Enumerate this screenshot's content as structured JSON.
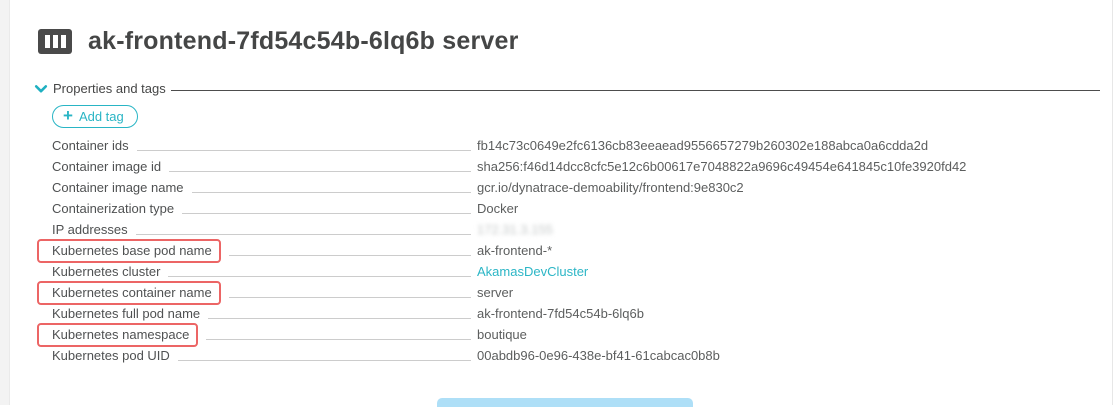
{
  "page": {
    "title": "ak-frontend-7fd54c54b-6lq6b server",
    "entity_icon": "container-icon"
  },
  "section": {
    "label": "Properties and tags",
    "chevron_icon": "chevron-down-icon",
    "expanded": true
  },
  "toolbar": {
    "add_tag_label": "Add tag",
    "plus_glyph": "+"
  },
  "properties": [
    {
      "label": "Container ids",
      "value": "fb14c73c0649e2fc6136cb83eeaead9556657279b260302e188abca0a6cdda2d"
    },
    {
      "label": "Container image id",
      "value": "sha256:f46d14dcc8cfc5e12c6b00617e7048822a9696c49454e641845c10fe3920fd42"
    },
    {
      "label": "Container image name",
      "value": "gcr.io/dynatrace-demoability/frontend:9e830c2"
    },
    {
      "label": "Containerization type",
      "value": "Docker"
    },
    {
      "label": "IP addresses",
      "value": "172.31.3.155",
      "redacted": true
    },
    {
      "label": "Kubernetes base pod name",
      "value": "ak-frontend-*",
      "annotated": true
    },
    {
      "label": "Kubernetes cluster",
      "value": "AkamasDevCluster",
      "link": true
    },
    {
      "label": "Kubernetes container name",
      "value": "server",
      "annotated": true
    },
    {
      "label": "Kubernetes full pod name",
      "value": "ak-frontend-7fd54c54b-6lq6b"
    },
    {
      "label": "Kubernetes namespace",
      "value": "boutique",
      "annotated": true
    },
    {
      "label": "Kubernetes pod UID",
      "value": "00abdb96-0e96-438e-bf41-61cabcac0b8b"
    }
  ],
  "colors": {
    "accent_teal": "#29b5c5",
    "link_teal": "#2cb6c6",
    "annotation_red": "#ec6565",
    "partial_button_blue": "#aedff7",
    "title_gray": "#454646",
    "icon_gray": "#4a4a4a"
  }
}
